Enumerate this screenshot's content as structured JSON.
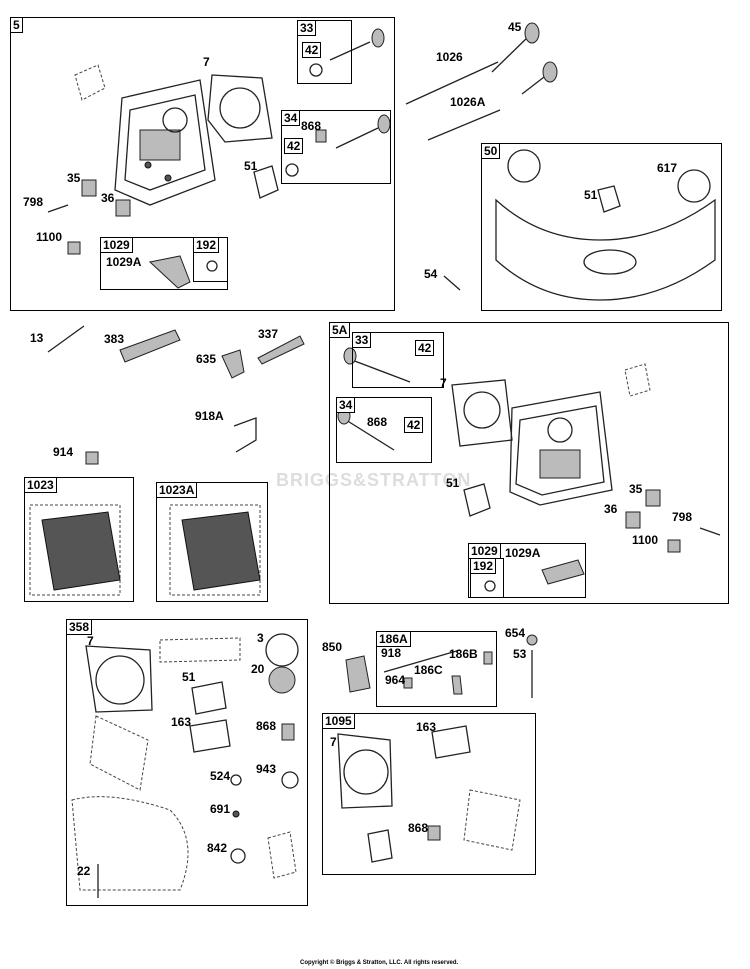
{
  "watermark": "BRIGGS&STRATTON",
  "copyright": "Copyright © Briggs & Stratton, LLC. All rights reserved.",
  "groups": {
    "g5": "5",
    "g33a": "33",
    "g42a": "42",
    "g34a": "34",
    "g42b": "42",
    "g1029a": "1029",
    "g192a": "192",
    "g50": "50",
    "g5A": "5A",
    "g33b": "33",
    "g42c": "42",
    "g34b": "34",
    "g42d": "42",
    "g1029b": "1029",
    "g192b": "192",
    "g1023": "1023",
    "g1023A": "1023A",
    "g358": "358",
    "g186A": "186A",
    "g1095": "1095"
  },
  "labels": {
    "l7a": "7",
    "l868a": "868",
    "l51a": "51",
    "l35a": "35",
    "l798a": "798",
    "l36a": "36",
    "l1100a": "1100",
    "l1029Aa": "1029A",
    "l45": "45",
    "l1026": "1026",
    "l1026A": "1026A",
    "l617": "617",
    "l51b": "51",
    "l54": "54",
    "l13": "13",
    "l383": "383",
    "l337": "337",
    "l635": "635",
    "l918A": "918A",
    "l914": "914",
    "l7b": "7",
    "l868b": "868",
    "l51c": "51",
    "l35b": "35",
    "l36b": "36",
    "l798b": "798",
    "l1100b": "1100",
    "l1029Ab": "1029A",
    "l7c": "7",
    "l3": "3",
    "l20": "20",
    "l51d": "51",
    "l163a": "163",
    "l868c": "868",
    "l524": "524",
    "l943": "943",
    "l691": "691",
    "l842": "842",
    "l22": "22",
    "l850": "850",
    "l918": "918",
    "l186B": "186B",
    "l186C": "186C",
    "l964": "964",
    "l654": "654",
    "l53": "53",
    "l7d": "7",
    "l163b": "163",
    "l868d": "868"
  }
}
